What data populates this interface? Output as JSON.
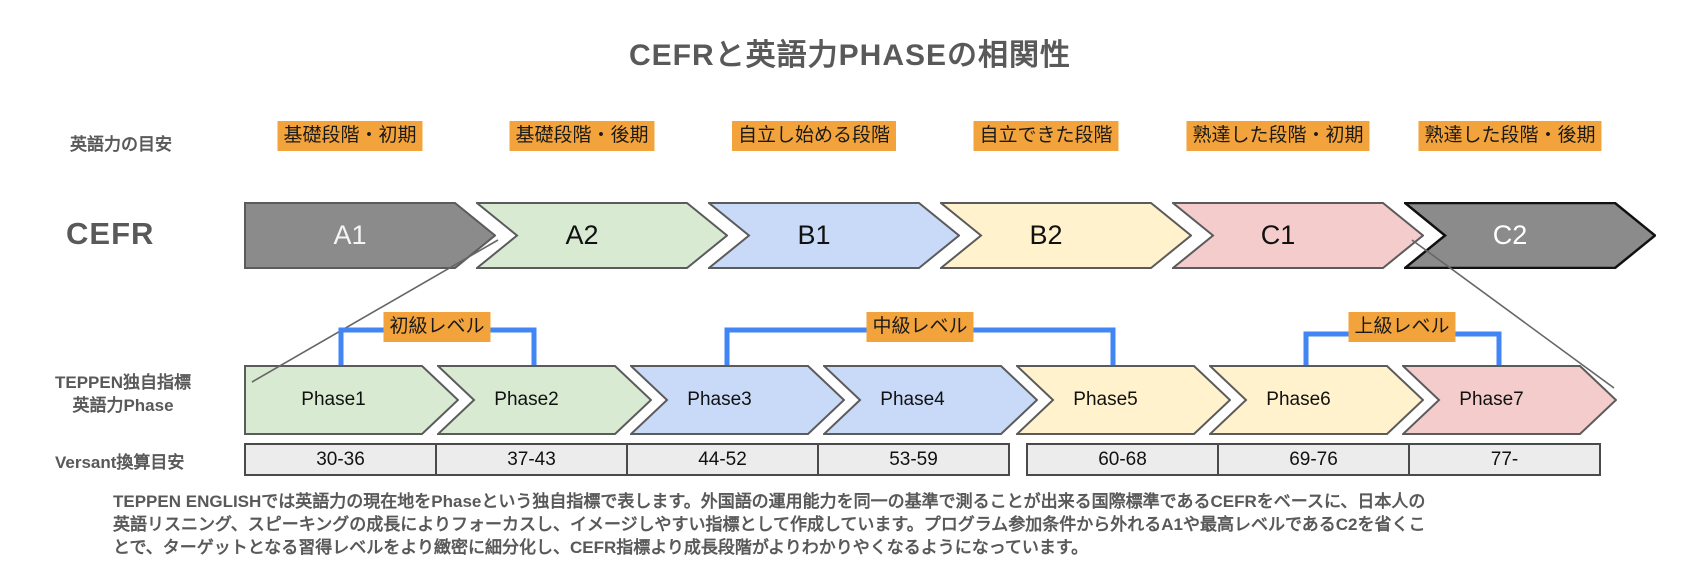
{
  "title": "CEFRと英語力PHASEの相関性",
  "row_labels": {
    "level_guide": "英語力の目安",
    "cefr": "CEFR",
    "phase_line1": "TEPPEN独自指標",
    "phase_line2": "英語力Phase",
    "versant": "Versant換算目安"
  },
  "level_descriptions": [
    "基礎段階・初期",
    "基礎段階・後期",
    "自立し始める段階",
    "自立できた段階",
    "熟達した段階・初期",
    "熟達した段階・後期"
  ],
  "cefr_levels": [
    {
      "label": "A1",
      "color": "#8B8B8B",
      "text_color": "#F5F5F5"
    },
    {
      "label": "A2",
      "color": "#D9EAD3",
      "text_color": "#111111"
    },
    {
      "label": "B1",
      "color": "#C9DAF8",
      "text_color": "#111111"
    },
    {
      "label": "B2",
      "color": "#FFF2CC",
      "text_color": "#111111"
    },
    {
      "label": "C1",
      "color": "#F4CCCC",
      "text_color": "#111111"
    },
    {
      "label": "C2",
      "color": "#8B8B8B",
      "text_color": "#FFFFFF"
    }
  ],
  "phases": [
    {
      "label": "Phase1",
      "color": "#D9EAD3"
    },
    {
      "label": "Phase2",
      "color": "#D9EAD3"
    },
    {
      "label": "Phase3",
      "color": "#C9DAF8"
    },
    {
      "label": "Phase4",
      "color": "#C9DAF8"
    },
    {
      "label": "Phase5",
      "color": "#FFF2CC"
    },
    {
      "label": "Phase6",
      "color": "#FFF2CC"
    },
    {
      "label": "Phase7",
      "color": "#F4CCCC"
    }
  ],
  "level_brackets": [
    {
      "label": "初級レベル"
    },
    {
      "label": "中級レベル"
    },
    {
      "label": "上級レベル"
    }
  ],
  "versant_ranges": [
    "30-36",
    "37-43",
    "44-52",
    "53-59",
    "60-68",
    "69-76",
    "77-"
  ],
  "description_lines": [
    "TEPPEN ENGLISHでは英語力の現在地をPhaseという独自指標で表します。外国語の運用能力を同一の基準で測ることが出来る国際標準であるCEFRをベースに、日本人の",
    "英語リスニング、スピーキングの成長によりフォーカスし、イメージしやすい指標として作成しています。プログラム参加条件から外れるA1や最高レベルであるC2を省くこ",
    "とで、ターゲットとなる習得レベルをより緻密に細分化し、CEFR指標より成長段階がよりわかりやくなるようになっています。"
  ],
  "colors": {
    "orange_highlight": "#F3A33B",
    "bracket_blue": "#4285F4",
    "text_gray": "#595959"
  }
}
